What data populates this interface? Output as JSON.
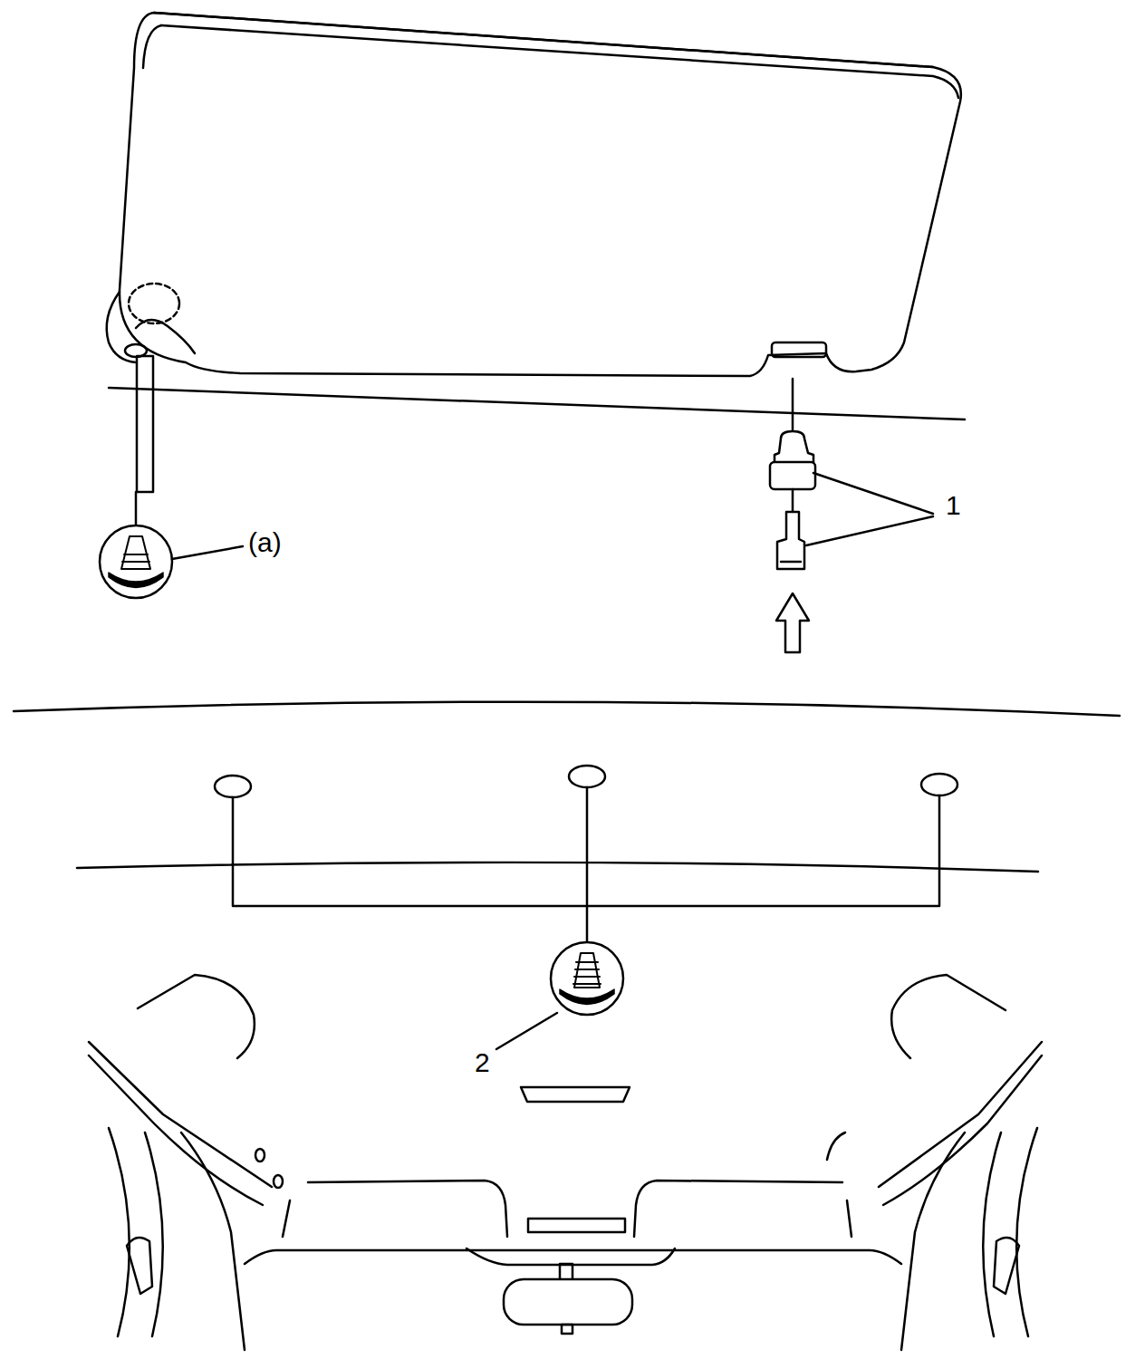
{
  "diagram": {
    "labels": [
      "(a)",
      "1",
      "2"
    ]
  }
}
